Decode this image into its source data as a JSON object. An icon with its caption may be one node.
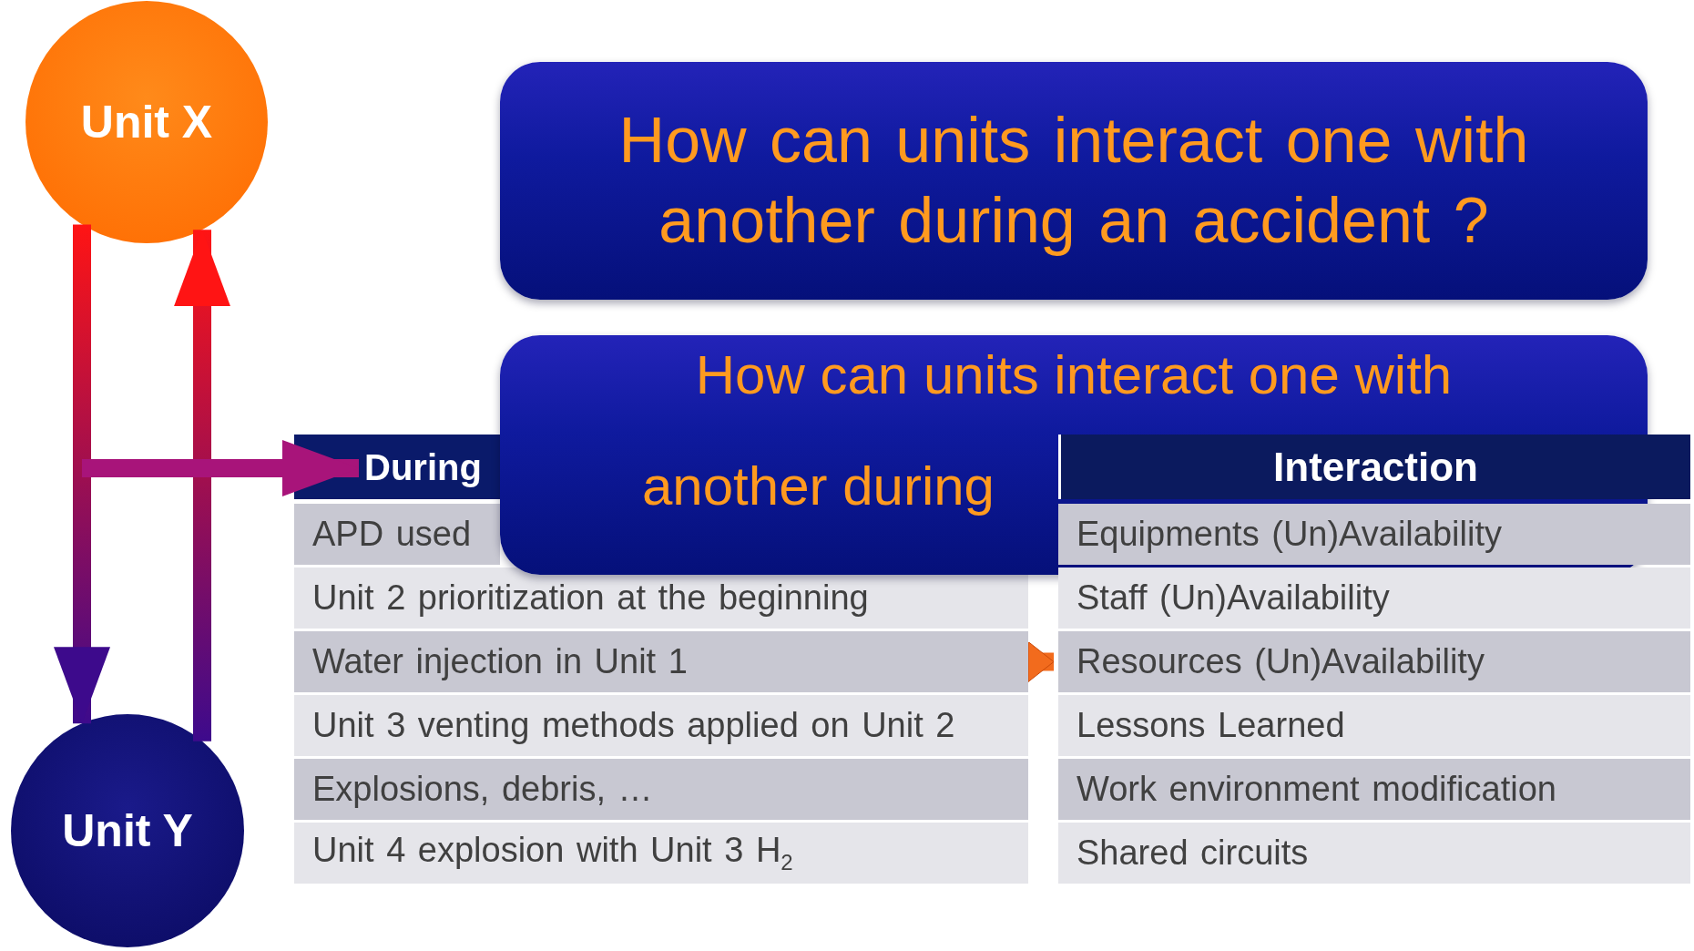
{
  "diagram": {
    "nodes": [
      {
        "text": [
          "Unit X"
        ]
      },
      {
        "text": [
          "How can units interact one with another during an accident ?"
        ]
      },
      {
        "text": [
          "How can units interact one with",
          "another during"
        ]
      },
      {
        "text": [
          "During"
        ]
      },
      {
        "text": [
          "APD used"
        ]
      },
      {
        "text": [
          "Unit 2 prioritization at the beginning"
        ]
      },
      {
        "text": [
          "Water injection in Unit 1"
        ]
      },
      {
        "text": [
          "Unit 3 venting methods applied on Unit 2"
        ]
      },
      {
        "text": [
          "Explosions, debris, …"
        ]
      },
      {
        "text": [
          "Unit 4 explosion with Unit 3 H$_{2}$"
        ]
      },
      {
        "text": [
          "Interaction"
        ]
      },
      {
        "text": [
          "Equipments (Un)Availability"
        ]
      },
      {
        "text": [
          "Staff (Un)Availability"
        ]
      },
      {
        "text": [
          "Resources (Un)Availability"
        ]
      },
      {
        "text": [
          "Lessons Learned"
        ]
      },
      {
        "text": [
          "Work environment modification"
        ]
      },
      {
        "text": [
          "Shared circuits"
        ]
      },
      {
        "text": [
          "Unit Y"
        ]
      }
    ],
    "edges": [
      {
        "from": 0,
        "to": 17,
        "arrow": "to"
      },
      {
        "from": 17,
        "to": 0,
        "arrow": "to"
      },
      {
        "from": null,
        "to": 3,
        "arrow": "to",
        "color": "#a8147a"
      },
      {
        "from": 6,
        "to": 13,
        "arrow": "to",
        "color": "#f26b1d"
      }
    ]
  }
}
